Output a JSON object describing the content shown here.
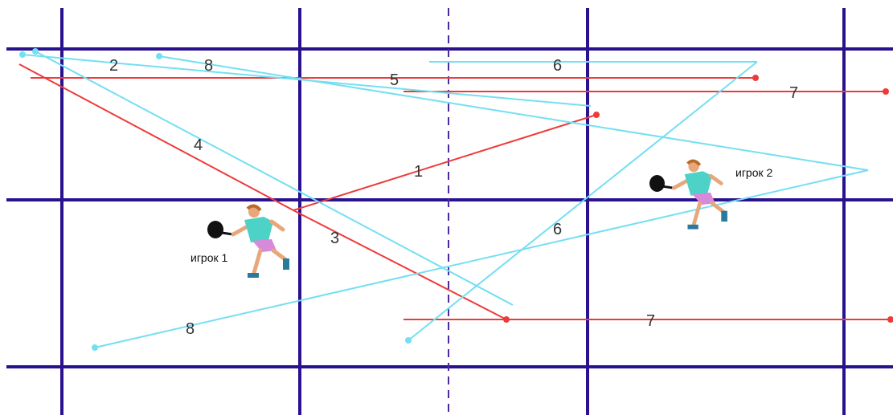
{
  "players": [
    {
      "label": "игрок 1"
    },
    {
      "label": "игрок 2"
    }
  ],
  "shot_numbers": [
    "1",
    "2",
    "3",
    "4",
    "5",
    "6",
    "7",
    "8"
  ],
  "colors": {
    "court_lines": "#2a128f",
    "net": "#4b2aa0",
    "player1_shots": "#ee3a3a",
    "player2_shots": "#74dff2",
    "player_shirt": "#4cd2c6",
    "player_shorts": "#d78ad9",
    "player_skin": "#e8a77a",
    "racket": "#111111"
  },
  "icons": [
    "racket-icon",
    "player-figure"
  ]
}
